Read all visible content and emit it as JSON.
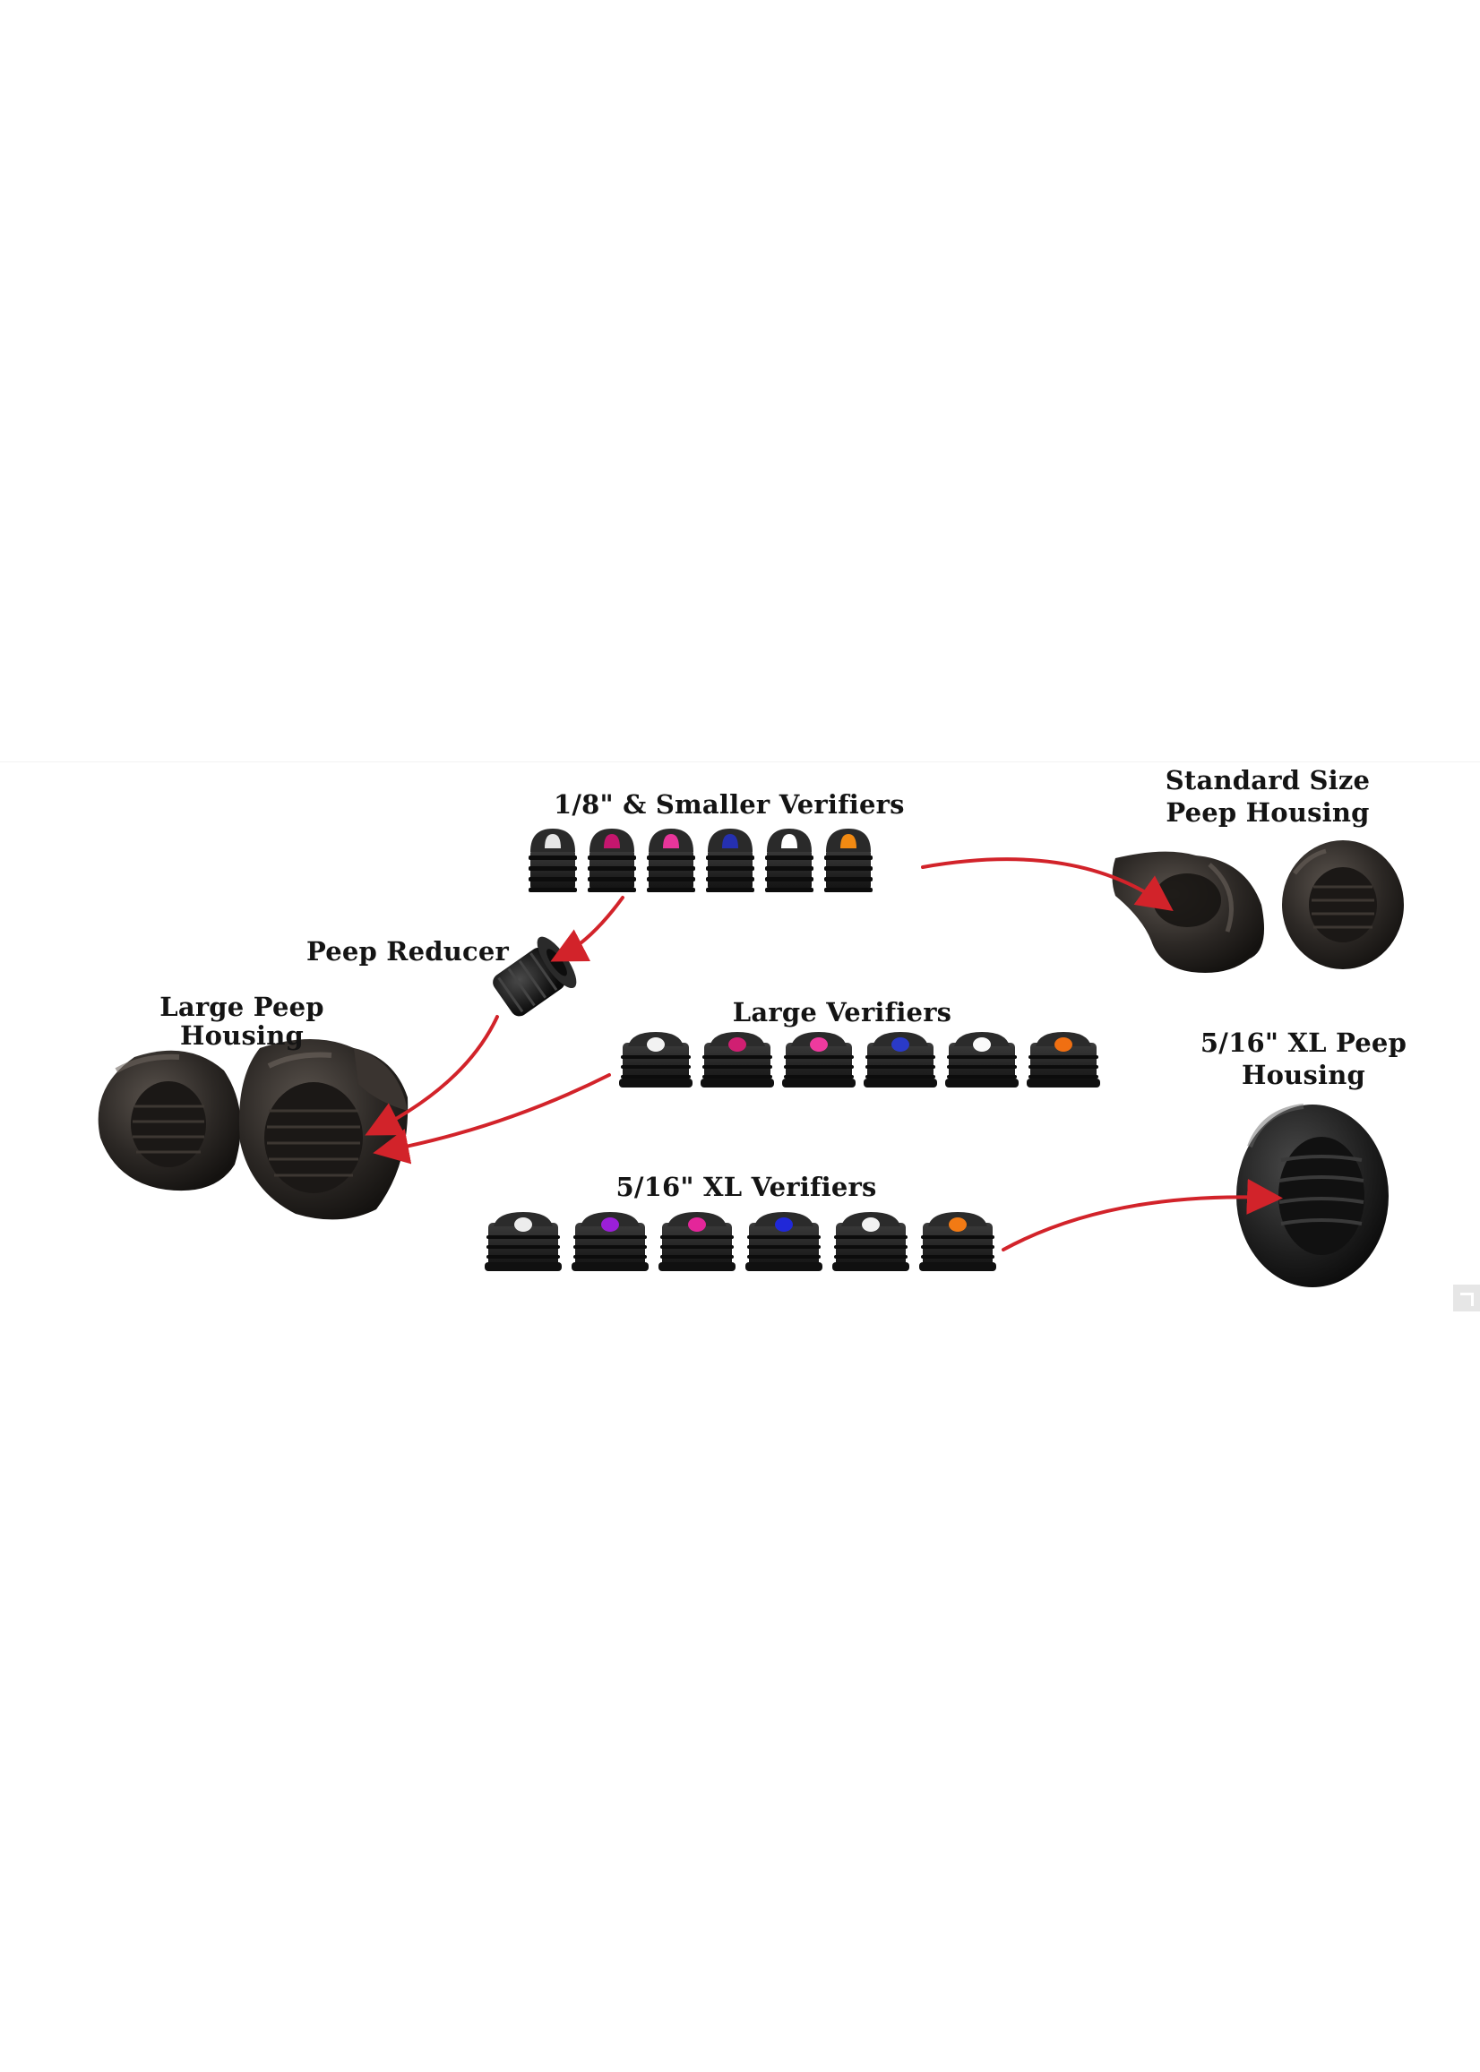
{
  "labels": {
    "small_verifiers": "1/8\" & Smaller Verifiers",
    "standard_housing_line1": "Standard Size",
    "standard_housing_line2": "Peep Housing",
    "peep_reducer": "Peep Reducer",
    "large_housing_line1": "Large Peep",
    "large_housing_line2": "Housing",
    "large_verifiers": "Large Verifiers",
    "xl_housing_line1": "5/16\" XL Peep",
    "xl_housing_line2": "Housing",
    "xl_verifiers": "5/16\" XL Verifiers"
  },
  "verifier_groups": {
    "small": [
      "#e6e6e6",
      "#c4166e",
      "#e8359a",
      "#2530b0",
      "#ffffff",
      "#f28a12"
    ],
    "large": [
      "#f2f2f2",
      "#d01f72",
      "#ee3a9e",
      "#2a3ac8",
      "#fafafa",
      "#f06f12"
    ],
    "xl": [
      "#ececec",
      "#9b1fd8",
      "#e4269a",
      "#2028d8",
      "#f2f2f2",
      "#f27a14"
    ]
  },
  "colors": {
    "arrow": "#d2232a",
    "part": "#1a1a1a",
    "housing": "#2b2724"
  }
}
